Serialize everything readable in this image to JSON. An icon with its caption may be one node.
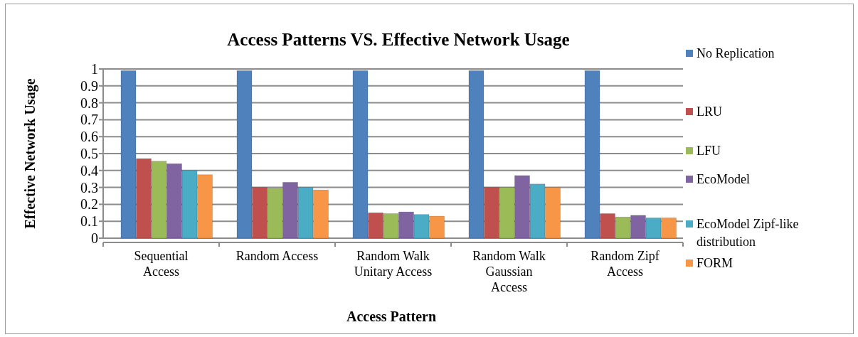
{
  "diagram": {
    "chart_data": {
      "type": "bar",
      "title": "Access Patterns VS. Effective Network Usage",
      "xlabel": "Access Pattern",
      "ylabel": "Effective Network Usage",
      "categories": [
        "Sequential Access",
        "Random Access",
        "Random Walk Unitary Access",
        "Random Walk Gaussian Access",
        "Random Zipf Access"
      ],
      "series": [
        {
          "name": "No Replication",
          "color": "#4f81bd",
          "values": [
            0.99,
            0.99,
            0.99,
            0.99,
            0.99
          ]
        },
        {
          "name": "LRU",
          "color": "#c0504d",
          "values": [
            0.47,
            0.3,
            0.15,
            0.3,
            0.145
          ]
        },
        {
          "name": "LFU",
          "color": "#9bbb59",
          "values": [
            0.455,
            0.295,
            0.145,
            0.3,
            0.125
          ]
        },
        {
          "name": "EcoModel",
          "color": "#8064a2",
          "values": [
            0.44,
            0.33,
            0.155,
            0.37,
            0.135
          ]
        },
        {
          "name": "EcoModel Zipf-like distribution",
          "color": "#4bacc6",
          "values": [
            0.4,
            0.3,
            0.14,
            0.32,
            0.12
          ]
        },
        {
          "name": "FORM",
          "color": "#f79646",
          "values": [
            0.375,
            0.285,
            0.13,
            0.3,
            0.12
          ]
        }
      ],
      "grid": true,
      "legend": true,
      "ylim": [
        0,
        1
      ],
      "yticks": [
        0,
        0.1,
        0.2,
        0.3,
        0.4,
        0.5,
        0.6,
        0.7,
        0.8,
        0.9,
        1
      ]
    }
  }
}
